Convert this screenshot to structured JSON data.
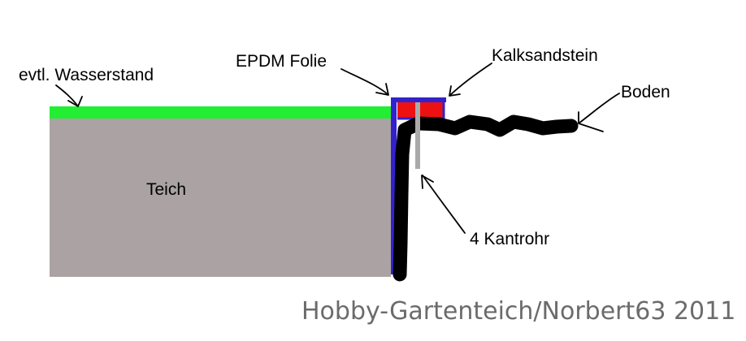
{
  "labels": {
    "water_level": "evtl. Wasserstand",
    "liner": "EPDM Folie",
    "stone": "Kalksandstein",
    "soil": "Boden",
    "pond": "Teich",
    "pipe": "4 Kantrohr"
  },
  "credit": "Hobby-Gartenteich/Norbert63 2011",
  "colors": {
    "water_level": "#22ee33",
    "pond": "#aba3a3",
    "liner": "#3322cc",
    "stone": "#ee1111",
    "soil": "#000000",
    "pipe": "#aaaaaa",
    "credit": "#6b6b6b"
  }
}
